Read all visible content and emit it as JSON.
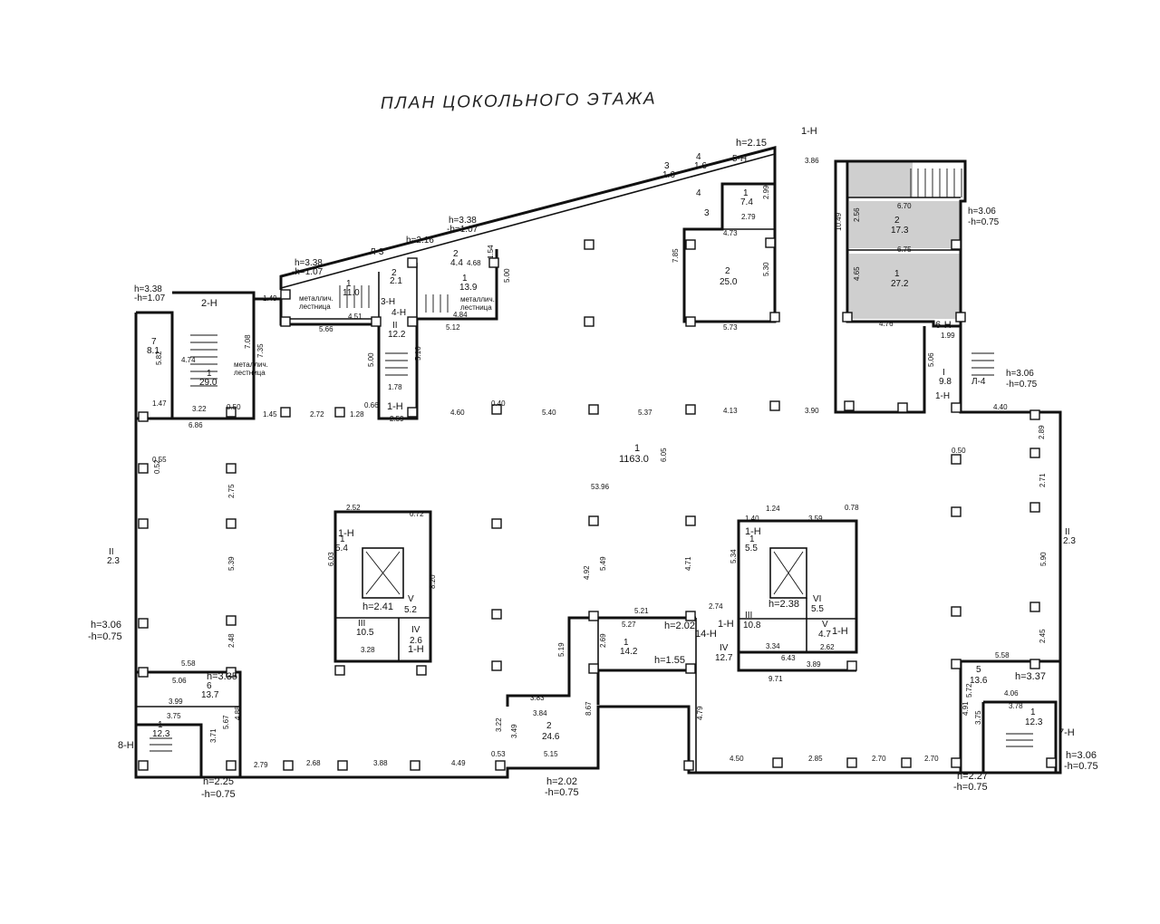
{
  "title": "ПЛАН ЦОКОЛЬНОГО ЭТАЖА",
  "labels": [
    {
      "id": "h-top",
      "t": "h=2.15"
    },
    {
      "id": "n1h-top",
      "t": "1-Н"
    },
    {
      "id": "d386",
      "t": "3.86"
    },
    {
      "id": "r4-16",
      "t": "4"
    },
    {
      "id": "r4-16b",
      "t": "1.6"
    },
    {
      "id": "r3-16",
      "t": "3"
    },
    {
      "id": "r3-16b",
      "t": "1.6"
    },
    {
      "id": "n5h",
      "t": "5-Н"
    },
    {
      "id": "r1-74",
      "t": "1"
    },
    {
      "id": "r1-74b",
      "t": "7.4"
    },
    {
      "id": "r4s",
      "t": "4"
    },
    {
      "id": "r3s",
      "t": "3"
    },
    {
      "id": "d279",
      "t": "2.79"
    },
    {
      "id": "d299",
      "t": "2.99"
    },
    {
      "id": "d473",
      "t": "4.73"
    },
    {
      "id": "d785",
      "t": "7.85"
    },
    {
      "id": "r2-25",
      "t": "2"
    },
    {
      "id": "r2-25b",
      "t": "25.0"
    },
    {
      "id": "d530",
      "t": "5.30"
    },
    {
      "id": "d573",
      "t": "5.73"
    },
    {
      "id": "h338a",
      "t": "h=3.38"
    },
    {
      "id": "h107a",
      "t": "-h=1.07"
    },
    {
      "id": "h216",
      "t": "h=2.16"
    },
    {
      "id": "l3",
      "t": "Л-3"
    },
    {
      "id": "h338b",
      "t": "h=3.38"
    },
    {
      "id": "h107b",
      "t": "-h=1.07"
    },
    {
      "id": "r2-44",
      "t": "2"
    },
    {
      "id": "r2-44b",
      "t": "4.4"
    },
    {
      "id": "d468",
      "t": "4.68"
    },
    {
      "id": "d154",
      "t": "1.54"
    },
    {
      "id": "r1-139",
      "t": "1"
    },
    {
      "id": "r1-139b",
      "t": "13.9"
    },
    {
      "id": "d500a",
      "t": "5.00"
    },
    {
      "id": "r1-11",
      "t": "1"
    },
    {
      "id": "r1-11b",
      "t": "11.0"
    },
    {
      "id": "r2-21",
      "t": "2"
    },
    {
      "id": "r2-21b",
      "t": "2.1"
    },
    {
      "id": "n3h",
      "t": "3-Н"
    },
    {
      "id": "n4h",
      "t": "4-Н"
    },
    {
      "id": "met1",
      "t": "металлич."
    },
    {
      "id": "met1b",
      "t": "лестница"
    },
    {
      "id": "met2",
      "t": "металлич."
    },
    {
      "id": "met2b",
      "t": "лестница"
    },
    {
      "id": "d451",
      "t": "4.51"
    },
    {
      "id": "d484",
      "t": "4.84"
    },
    {
      "id": "d566",
      "t": "5.66"
    },
    {
      "id": "d512",
      "t": "5.12"
    },
    {
      "id": "rII-122",
      "t": "II"
    },
    {
      "id": "rII-122b",
      "t": "12.2"
    },
    {
      "id": "d500b",
      "t": "5.00"
    },
    {
      "id": "d516",
      "t": "5.16"
    },
    {
      "id": "d178",
      "t": "1.78"
    },
    {
      "id": "n1h-mid",
      "t": "1-Н"
    },
    {
      "id": "h338c",
      "t": "h=3.38"
    },
    {
      "id": "h107c",
      "t": "-h=1.07"
    },
    {
      "id": "n2h",
      "t": "2-Н"
    },
    {
      "id": "r7-81",
      "t": "7"
    },
    {
      "id": "r7-81b",
      "t": "8.1"
    },
    {
      "id": "d582",
      "t": "5.82"
    },
    {
      "id": "d474",
      "t": "4.74"
    },
    {
      "id": "r1-29",
      "t": "1"
    },
    {
      "id": "r1-29b",
      "t": "29.0"
    },
    {
      "id": "met3",
      "t": "металлич."
    },
    {
      "id": "met3b",
      "t": "лестница"
    },
    {
      "id": "d708",
      "t": "7.08"
    },
    {
      "id": "d735",
      "t": "7.35"
    },
    {
      "id": "d149",
      "t": "1.49"
    },
    {
      "id": "d147",
      "t": "1.47"
    },
    {
      "id": "d322",
      "t": "3.22"
    },
    {
      "id": "d050a",
      "t": "0.50"
    },
    {
      "id": "d686",
      "t": "6.86"
    },
    {
      "id": "d145",
      "t": "1.45"
    },
    {
      "id": "d272",
      "t": "2.72"
    },
    {
      "id": "d128",
      "t": "1.28"
    },
    {
      "id": "d066",
      "t": "0.66"
    },
    {
      "id": "d259",
      "t": "2.59"
    },
    {
      "id": "d460",
      "t": "4.60"
    },
    {
      "id": "d540",
      "t": "5.40"
    },
    {
      "id": "d537",
      "t": "5.37"
    },
    {
      "id": "d413",
      "t": "4.13"
    },
    {
      "id": "d390",
      "t": "3.90"
    },
    {
      "id": "r1-main",
      "t": "1"
    },
    {
      "id": "r1-mainb",
      "t": "1163.0"
    },
    {
      "id": "d605",
      "t": "6.05"
    },
    {
      "id": "d5396",
      "t": "53.96"
    },
    {
      "id": "h306a",
      "t": "h=3.06"
    },
    {
      "id": "h075a",
      "t": "-h=0.75"
    },
    {
      "id": "r2-173",
      "t": "2"
    },
    {
      "id": "r2-173b",
      "t": "17.3"
    },
    {
      "id": "r1-272",
      "t": "1"
    },
    {
      "id": "r1-272b",
      "t": "27.2"
    },
    {
      "id": "d670",
      "t": "6.70"
    },
    {
      "id": "d675",
      "t": "6.75"
    },
    {
      "id": "d1049",
      "t": "10.49"
    },
    {
      "id": "d256",
      "t": "2.56"
    },
    {
      "id": "d465",
      "t": "4.65"
    },
    {
      "id": "d476",
      "t": "4.76"
    },
    {
      "id": "n6h",
      "t": "6-Н"
    },
    {
      "id": "d199",
      "t": "1.99"
    },
    {
      "id": "d506",
      "t": "5.06"
    },
    {
      "id": "rI-98",
      "t": "I"
    },
    {
      "id": "rI-98b",
      "t": "9.8"
    },
    {
      "id": "l4",
      "t": "Л-4"
    },
    {
      "id": "n1h-r",
      "t": "1-Н"
    },
    {
      "id": "h306b",
      "t": "h=3.06"
    },
    {
      "id": "h075b",
      "t": "-h=0.75"
    },
    {
      "id": "d440",
      "t": "4.40"
    },
    {
      "id": "rII-l",
      "t": "II"
    },
    {
      "id": "rII-lb",
      "t": "2.3"
    },
    {
      "id": "rII-r",
      "t": "II"
    },
    {
      "id": "rII-rb",
      "t": "2.3"
    },
    {
      "id": "h306c",
      "t": "h=3.06"
    },
    {
      "id": "h075c",
      "t": "-h=0.75"
    },
    {
      "id": "d275",
      "t": "2.75"
    },
    {
      "id": "d539",
      "t": "5.39"
    },
    {
      "id": "d248",
      "t": "2.48"
    },
    {
      "id": "d252",
      "t": "2.52"
    },
    {
      "id": "d072",
      "t": "0.72"
    },
    {
      "id": "n1h-s1",
      "t": "1-Н"
    },
    {
      "id": "r1-54",
      "t": "1"
    },
    {
      "id": "r1-54b",
      "t": "5.4"
    },
    {
      "id": "d603",
      "t": "6.03"
    },
    {
      "id": "d820",
      "t": "8.20"
    },
    {
      "id": "h241",
      "t": "h=2.41"
    },
    {
      "id": "rV-52",
      "t": "V"
    },
    {
      "id": "rV-52b",
      "t": "5.2"
    },
    {
      "id": "rIII-105",
      "t": "III"
    },
    {
      "id": "rIII-105b",
      "t": "10.5"
    },
    {
      "id": "rIV-26",
      "t": "IV"
    },
    {
      "id": "rIV-26b",
      "t": "2.6"
    },
    {
      "id": "n1h-s1b",
      "t": "1-Н"
    },
    {
      "id": "d328",
      "t": "3.28"
    },
    {
      "id": "d492",
      "t": "4.92"
    },
    {
      "id": "d549",
      "t": "5.49"
    },
    {
      "id": "d521",
      "t": "5.21"
    },
    {
      "id": "d527",
      "t": "5.27"
    },
    {
      "id": "h202a",
      "t": "h=2.02"
    },
    {
      "id": "n14h",
      "t": "14-Н"
    },
    {
      "id": "r1-142",
      "t": "1"
    },
    {
      "id": "r1-142b",
      "t": "14.2"
    },
    {
      "id": "h155",
      "t": "h=1.55"
    },
    {
      "id": "d269",
      "t": "2.69"
    },
    {
      "id": "d519",
      "t": "5.19"
    },
    {
      "id": "d471",
      "t": "4.71"
    },
    {
      "id": "d124",
      "t": "1.24"
    },
    {
      "id": "d140",
      "t": "1.40"
    },
    {
      "id": "d359",
      "t": "3.59"
    },
    {
      "id": "d078",
      "t": "0.78"
    },
    {
      "id": "n1h-s2",
      "t": "1-Н"
    },
    {
      "id": "r1-55",
      "t": "1"
    },
    {
      "id": "r1-55b",
      "t": "5.5"
    },
    {
      "id": "d534",
      "t": "5.34"
    },
    {
      "id": "h238",
      "t": "h=2.38"
    },
    {
      "id": "rVI-55",
      "t": "VI"
    },
    {
      "id": "rVI-55b",
      "t": "5.5"
    },
    {
      "id": "rIII-108",
      "t": "III"
    },
    {
      "id": "rIII-108b",
      "t": "10.8"
    },
    {
      "id": "rV-47",
      "t": "V"
    },
    {
      "id": "rV-47b",
      "t": "4.7"
    },
    {
      "id": "n1h-s2b",
      "t": "1-Н"
    },
    {
      "id": "n1h-s2c",
      "t": "1-Н"
    },
    {
      "id": "rIV-127",
      "t": "IV"
    },
    {
      "id": "rIV-127b",
      "t": "12.7"
    },
    {
      "id": "d274",
      "t": "2.74"
    },
    {
      "id": "d334",
      "t": "3.34"
    },
    {
      "id": "d262",
      "t": "2.62"
    },
    {
      "id": "d643",
      "t": "6.43"
    },
    {
      "id": "d389",
      "t": "3.89"
    },
    {
      "id": "d971",
      "t": "9.71"
    },
    {
      "id": "d558a",
      "t": "5.58"
    },
    {
      "id": "d506b",
      "t": "5.06"
    },
    {
      "id": "h335",
      "t": "h=3.35"
    },
    {
      "id": "r6-137",
      "t": "6"
    },
    {
      "id": "r6-137b",
      "t": "13.7"
    },
    {
      "id": "d399",
      "t": "3.99"
    },
    {
      "id": "d375",
      "t": "3.75"
    },
    {
      "id": "r1-123a",
      "t": "1"
    },
    {
      "id": "r1-123ab",
      "t": "12.3"
    },
    {
      "id": "n8h",
      "t": "8-Н"
    },
    {
      "id": "d371",
      "t": "3.71"
    },
    {
      "id": "d567",
      "t": "5.67"
    },
    {
      "id": "d488",
      "t": "4.88"
    },
    {
      "id": "d279b",
      "t": "2.79"
    },
    {
      "id": "d268",
      "t": "2.68"
    },
    {
      "id": "d388",
      "t": "3.88"
    },
    {
      "id": "d449",
      "t": "4.49"
    },
    {
      "id": "d053",
      "t": "0.53"
    },
    {
      "id": "h225",
      "t": "h=2.25"
    },
    {
      "id": "h075d",
      "t": "-h=0.75"
    },
    {
      "id": "d383",
      "t": "3.83"
    },
    {
      "id": "d384",
      "t": "3.84"
    },
    {
      "id": "r2-246",
      "t": "2"
    },
    {
      "id": "r2-246b",
      "t": "24.6"
    },
    {
      "id": "d349",
      "t": "3.49"
    },
    {
      "id": "d515",
      "t": "5.15"
    },
    {
      "id": "d867",
      "t": "8.67"
    },
    {
      "id": "d322b",
      "t": "3.22"
    },
    {
      "id": "h202b",
      "t": "h=2.02"
    },
    {
      "id": "h075e",
      "t": "-h=0.75"
    },
    {
      "id": "d479",
      "t": "4.79"
    },
    {
      "id": "d450",
      "t": "4.50"
    },
    {
      "id": "d285",
      "t": "2.85"
    },
    {
      "id": "d270",
      "t": "2.70"
    },
    {
      "id": "d270b",
      "t": "2.70"
    },
    {
      "id": "d558b",
      "t": "5.58"
    },
    {
      "id": "r5-136",
      "t": "5"
    },
    {
      "id": "r5-136b",
      "t": "13.6"
    },
    {
      "id": "h337",
      "t": "h=3.37"
    },
    {
      "id": "d406",
      "t": "4.06"
    },
    {
      "id": "d378",
      "t": "3.78"
    },
    {
      "id": "r1-123b",
      "t": "1"
    },
    {
      "id": "r1-123bb",
      "t": "12.3"
    },
    {
      "id": "n7h",
      "t": "7-Н"
    },
    {
      "id": "d491",
      "t": "4.91"
    },
    {
      "id": "d572",
      "t": "5.72"
    },
    {
      "id": "d375b",
      "t": "3.75"
    },
    {
      "id": "h227",
      "t": "h=2.27"
    },
    {
      "id": "h075f",
      "t": "-h=0.75"
    },
    {
      "id": "h306d",
      "t": "h=3.06"
    },
    {
      "id": "h075g",
      "t": "-h=0.75"
    },
    {
      "id": "d289",
      "t": "2.89"
    },
    {
      "id": "d271",
      "t": "2.71"
    },
    {
      "id": "d590",
      "t": "5.90"
    },
    {
      "id": "d245",
      "t": "2.45"
    },
    {
      "id": "d055",
      "t": "0.55"
    },
    {
      "id": "d052",
      "t": "0.52"
    },
    {
      "id": "d050",
      "t": "0.50"
    },
    {
      "id": "d040",
      "t": "0.40"
    }
  ]
}
